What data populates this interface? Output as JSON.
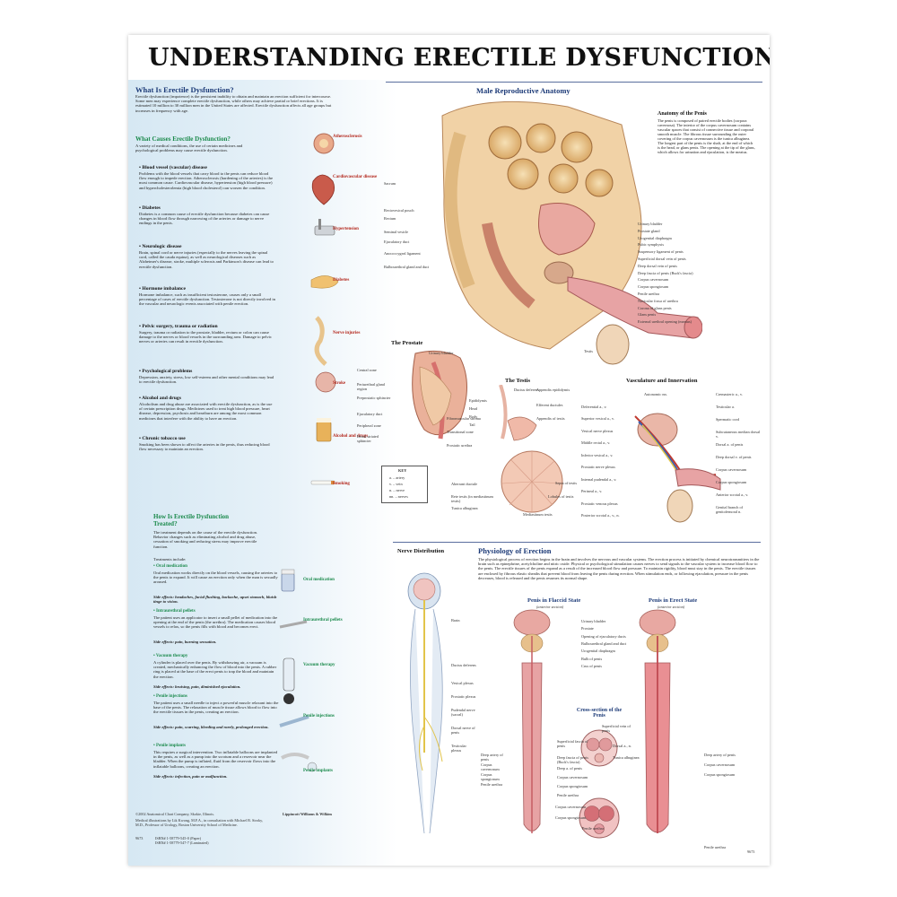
{
  "title": "UNDERSTANDING ERECTILE DYSFUNCTION",
  "left": {
    "what_heading": "What Is Erectile Dysfunction?",
    "what_text": "Erectile dysfunction (impotence) is the persistent inability to obtain and maintain an erection sufficient for intercourse. Some men may experience complete erectile dysfunction, while others may achieve partial or brief erections. It is estimated 10 million to 30 million men in the United States are affected. Erectile dysfunction affects all age groups but increases in frequency with age.",
    "causes_heading": "What Causes Erectile Dysfunction?",
    "causes_intro": "A variety of medical conditions, the use of certain medicines and psychological problems may cause erectile dysfunction.",
    "causes": [
      {
        "title": "• Blood vessel (vascular) disease",
        "text": "Problems with the blood vessels that carry blood to the penis can reduce blood flow enough to impede erection. Atherosclerosis (hardening of the arteries) is the most common cause. Cardiovascular disease, hypertension (high blood pressure) and hypercholesterolemia (high blood cholesterol) can worsen the condition."
      },
      {
        "title": "• Diabetes",
        "text": "Diabetes is a common cause of erectile dysfunction because diabetes can cause changes in blood flow through narrowing of the arteries or damage to nerve endings in the penis."
      },
      {
        "title": "• Neurologic disease",
        "text": "Brain, spinal cord or nerve injuries (especially to the nerves leaving the spinal cord, called the cauda equina), as well as neurological diseases such as Alzheimer's disease, stroke, multiple sclerosis and Parkinson's disease can lead to erectile dysfunction."
      },
      {
        "title": "• Hormone imbalance",
        "text": "Hormone imbalance, such as insufficient testosterone, causes only a small percentage of cases of erectile dysfunction. Testosterone is not directly involved in the vascular and neurologic events associated with penile erection."
      },
      {
        "title": "• Pelvic surgery, trauma or radiation",
        "text": "Surgery, trauma or radiation to the prostate, bladder, rectum or colon can cause damage to the nerves or blood vessels in the surrounding area. Damage to pelvic nerves or arteries can result in erectile dysfunction."
      },
      {
        "title": "• Psychological problems",
        "text": "Depression, anxiety, stress, low self-esteem and other mental conditions may lead to erectile dysfunction."
      },
      {
        "title": "• Alcohol and drugs",
        "text": "Alcoholism and drug abuse are associated with erectile dysfunction, as is the use of certain prescription drugs. Medicines used to treat high blood pressure, heart disease, depression, psychosis and heartburn are among the most common medicines that interfere with the ability to have an erection."
      },
      {
        "title": "• Chronic tobacco use",
        "text": "Smoking has been shown to affect the arteries in the penis, thus reducing blood flow necessary to maintain an erection."
      }
    ],
    "side_labels": [
      "Atherosclerosis",
      "Cardiovascular disease",
      "Hypertension",
      "Diabetes",
      "Nerve injuries",
      "Stroke",
      "Alcohol and drugs",
      "Smoking"
    ],
    "treat_heading": "How Is Erectile Dysfunction Treated?",
    "treat_intro": "The treatment depends on the cause of the erectile dysfunction. Behavior changes such as eliminating alcohol and drug abuse, cessation of smoking and reducing stress may improve erectile function.",
    "treat_include": "Treatments include:",
    "treatments": [
      {
        "title": "• Oral medication",
        "text": "Oral medication works directly on the blood vessels, causing the arteries to the penis to expand. It will cause an erection only when the man is sexually aroused.",
        "side": "Side effects: headaches, facial flushing, backache, upset stomach, bluish tinge to vision."
      },
      {
        "title": "• Intraurethral pellets",
        "text": "The patient uses an applicator to insert a small pellet of medication into the opening at the end of the penis (the urethra). The medication causes blood vessels to relax, so the penis fills with blood and becomes erect.",
        "side": "Side effects: pain, burning sensation."
      },
      {
        "title": "• Vacuum therapy",
        "text": "A cylinder is placed over the penis. By withdrawing air, a vacuum is created, mechanically enhancing the flow of blood into the penis. A rubber ring is placed at the base of the erect penis to trap the blood and maintain the erection.",
        "side": "Side effects: bruising, pain, diminished ejaculation."
      },
      {
        "title": "• Penile injections",
        "text": "The patient uses a small needle to inject a powerful muscle relaxant into the base of the penis. The relaxation of muscle tissue allows blood to flow into the erectile tissues in the penis, creating an erection.",
        "side": "Side effects: pain, scarring, bleeding and rarely, prolonged erection."
      },
      {
        "title": "• Penile implants",
        "text": "This requires a surgical intervention. Two inflatable balloons are implanted in the penis, as well as a pump into the scrotum and a reservoir near the bladder. When the pump is inflated, fluid from the reservoir flows into the inflatable balloons, creating an erection.",
        "side": "Side effects: infection, pain or malfunction."
      }
    ],
    "treat_labels": [
      "Oral medication",
      "Intraurethral pellets",
      "Vacuum therapy",
      "Penile injections",
      "Penile implants"
    ]
  },
  "anatomy": {
    "heading": "Male Reproductive Anatomy",
    "penis_heading": "Anatomy of the Penis",
    "penis_text": "The penis is composed of paired erectile bodies (corpora cavernosa). The interior of the corpus cavernosum contains vascular spaces that consist of connective tissue and corporal smooth muscle. The fibrous tissue surrounding the outer covering of the corpus cavernosum is the tunica albuginea. The longest part of the penis is the shaft, at the end of which is the head, or glans penis. The opening at the tip of the glans, which allows for urination and ejaculation, is the meatus.",
    "left_labels": [
      "Sacrum",
      "Rectovesical pouch",
      "Rectum",
      "Seminal vesicle",
      "Ejaculatory duct",
      "Anococcygeal ligament",
      "Bulbourethral gland and duct"
    ],
    "right_labels": [
      "Urinary bladder",
      "Prostate gland",
      "Urogenital diaphragm",
      "Pubic symphysis",
      "Suspensory ligament of penis",
      "Superficial dorsal vein of penis",
      "Deep dorsal vein of penis",
      "Deep fascia of penis (Buck's fascia)",
      "Corpus cavernosum",
      "Corpus spongiosum",
      "Penile urethra",
      "Navicular fossa of urethra",
      "Corona of glans penis",
      "Glans penis",
      "External urethral opening (meatus)"
    ],
    "testis_label": "Testis"
  },
  "prostate": {
    "heading": "The Prostate",
    "labels": [
      "Urinary bladder",
      "Central zone",
      "Periurethral gland region",
      "Preprostatic sphincter",
      "Ejaculatory duct",
      "Peripheral zone",
      "Distal striated sphincter",
      "Fibromuscular stroma",
      "Transitional zone",
      "Prostatic urethra"
    ]
  },
  "testis": {
    "heading": "The Testis",
    "labels": [
      "Ductus deferens",
      "Appendix epididymis",
      "Efferent ductules",
      "Appendix of testis",
      "Epididymis",
      "Head",
      "Body",
      "Tail",
      "Aberrant ductule",
      "Rete testis (in mediastinum testis)",
      "Tunica albuginea",
      "Mediastinum testis",
      "Lobules of testis",
      "Septa of testis"
    ]
  },
  "key": {
    "title": "KEY",
    "rows": [
      "a. – artery",
      "v. – vein",
      "n. – nerve",
      "nn. – nerves"
    ]
  },
  "vasculature": {
    "heading": "Vasculature and Innervation",
    "labels": [
      "Autonomic nn.",
      "Deferential a., v.",
      "Superior vesical a., v.",
      "Vesical nerve plexus",
      "Middle rectal a., v.",
      "Inferior vesical a., v.",
      "Prostatic nerve plexus",
      "Internal pudendal a., v.",
      "Perineal a., v.",
      "Prostatic venous plexus",
      "Posterior scrotal a., v., n.",
      "Cremasteric a., v.",
      "Testicular a.",
      "Spermatic cord",
      "Subcutaneous median dorsal v.",
      "Dorsal a. of penis",
      "Deep dorsal v. of penis",
      "Corpus cavernosum",
      "Corpus spongiosum",
      "Anterior scrotal a., v.",
      "Genital branch of genitofemoral n."
    ]
  },
  "nerve": {
    "heading": "Nerve Distribution",
    "labels": [
      "Brain",
      "Ductus deferens",
      "Vesical plexus",
      "Prostatic plexus",
      "Pudendal nerve (sacral)",
      "Dorsal nerve of penis",
      "Testicular plexus"
    ]
  },
  "physiology": {
    "heading": "Physiology of Erection",
    "text": "The physiological process of erection begins in the brain and involves the nervous and vascular systems. The erection process is initiated by chemical neurotransmitters in the brain such as epinephrine, acetylcholine and nitric oxide. Physical or psychological stimulation causes nerves to send signals to the vascular system to increase blood flow to the penis. The erectile tissues of the penis expand as a result of the increased blood flow and pressure. To maintain rigidity, blood must stay in the penis. The erectile tissues are enclosed by fibrous elastic sheaths that prevent blood from leaving the penis during erection. When stimulation ends, or following ejaculation, pressure in the penis decreases, blood is released and the penis resumes its normal shape.",
    "flaccid_title": "Penis in Flaccid State",
    "flaccid_sub": "(anterior section)",
    "erect_title": "Penis in Erect State",
    "erect_sub": "(anterior section)",
    "center_labels": [
      "Urinary bladder",
      "Prostate",
      "Opening of ejaculatory ducts",
      "Bulbourethral gland and duct",
      "Urogenital diaphragm",
      "Bulb of penis",
      "Crus of penis"
    ],
    "cross_title": "Cross-section of the Penis",
    "cross_labels": [
      "Superficial vein of penis",
      "Superficial fascia of penis",
      "Dorsal a., n.",
      "Deep fascia of penis (Buck's fascia)",
      "Tunica albuginea",
      "Deep a. of penis",
      "Corpus cavernosum",
      "Corpus spongiosum",
      "Penile urethra"
    ],
    "left_labels": [
      "Deep artery of penis",
      "Corpus cavernosum",
      "Corpus spongiosum",
      "Penile urethra"
    ],
    "right_labels": [
      "Deep artery of penis",
      "Corpus cavernosum",
      "Corpus spongiosum",
      "Penile urethra"
    ],
    "bottom_labels": [
      "Corpus cavernosum",
      "Corpus spongiosum",
      "Penile urethra"
    ]
  },
  "footer": {
    "copyright": "©2002 Anatomical Chart Company, Skokie, Illinois.",
    "credits": "Medical illustrations by Lik Kwong, M.F.A., in consultation with Michael B. Siroky, M.D., Professor of Urology, Boston University School of Medicine.",
    "publisher": "Lippincott Williams & Wilkins",
    "isbn1": "ISBN# 1-58779-545-0 (Paper)",
    "isbn2": "ISBN# 1-58779-547-7 (Laminated)",
    "code": "9673",
    "code2": "9673"
  },
  "colors": {
    "title": "#111111",
    "heading": "#1d3b78",
    "green_heading": "#1b8a4c",
    "red_label": "#b3271c",
    "tissue_pink": "#e7a3a4",
    "tissue_tan": "#e8c48c"
  }
}
